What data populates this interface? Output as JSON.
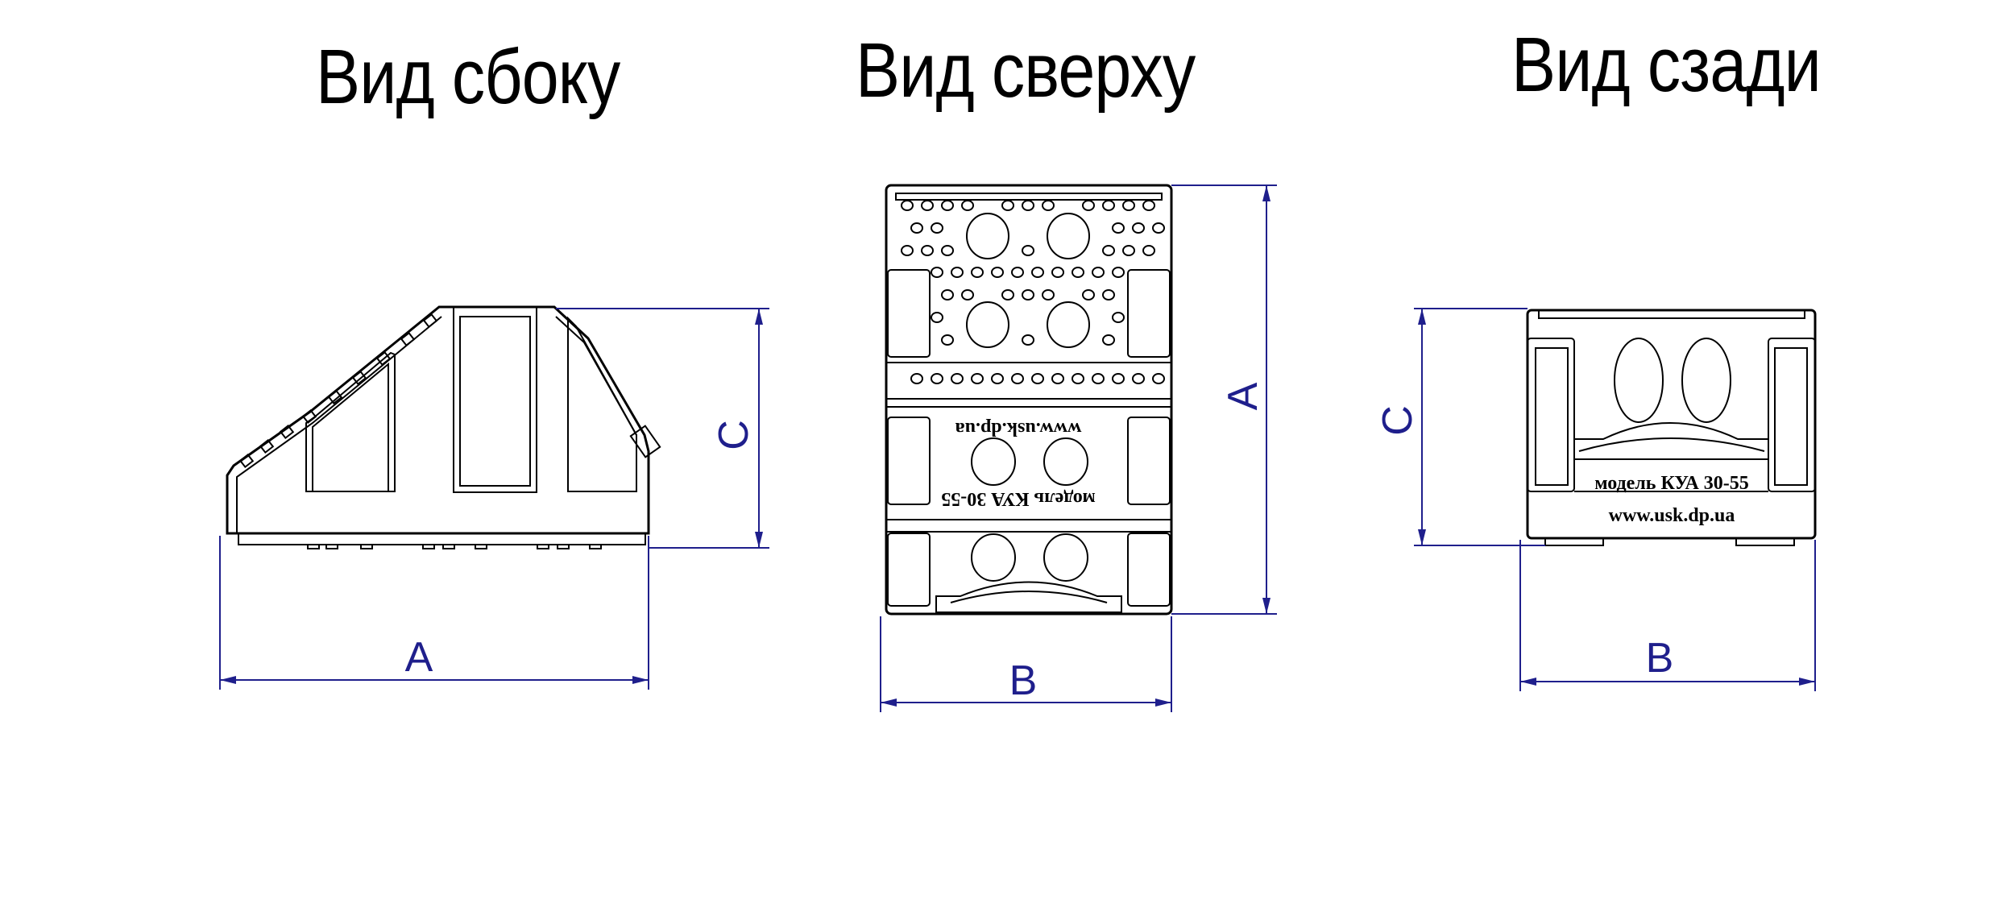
{
  "titles": {
    "side": "Вид сбоку",
    "top": "Вид сверху",
    "back": "Вид сзади"
  },
  "dimensions": {
    "side_length": "A",
    "side_height": "C",
    "top_width": "B",
    "top_length": "A",
    "back_width": "B",
    "back_height": "C"
  },
  "engraving": {
    "model": "модель КУА 30-55",
    "url": "www.usk.dp.ua"
  },
  "colors": {
    "dimension": "#1f1f8c",
    "outline": "#000000",
    "background": "#ffffff"
  }
}
